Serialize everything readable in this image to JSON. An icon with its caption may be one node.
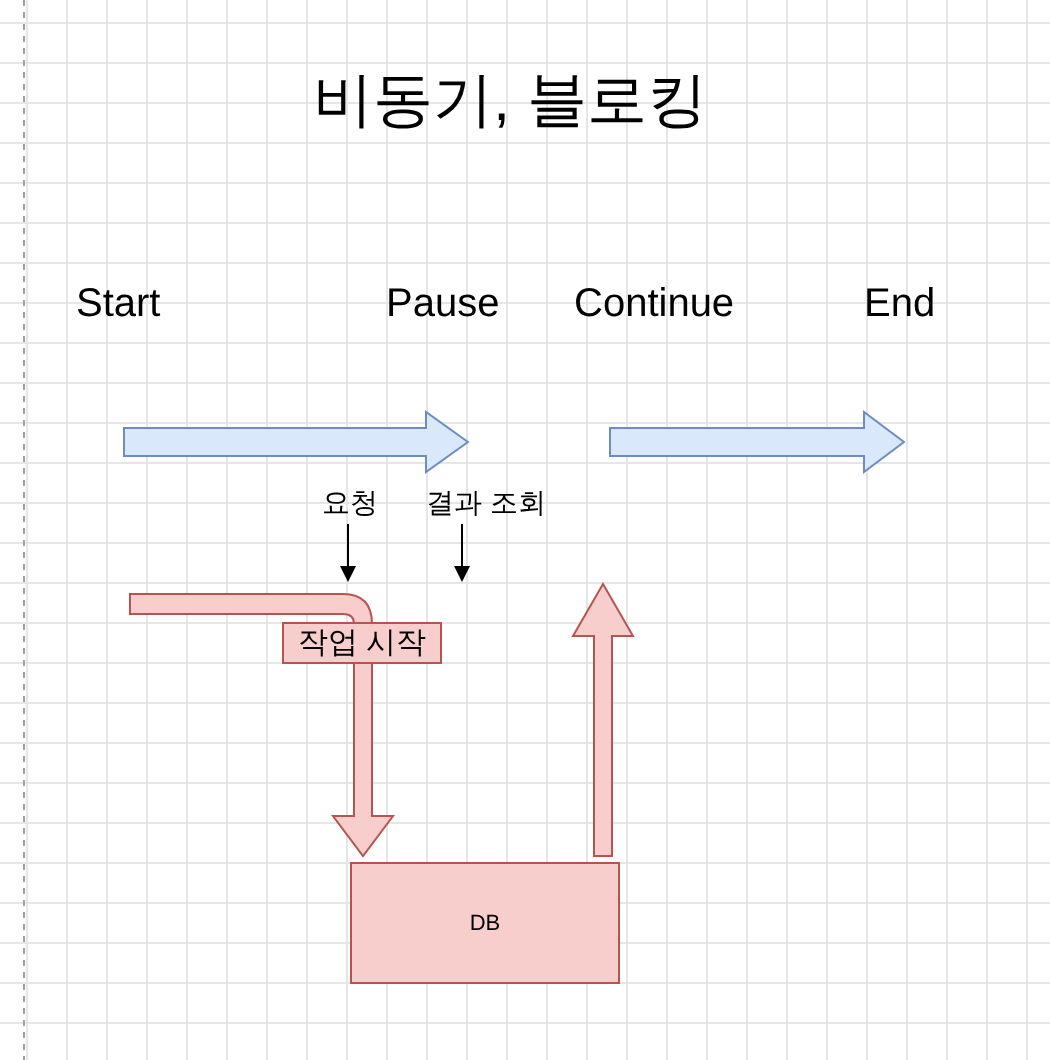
{
  "diagram": {
    "title": "비동기, 블로킹",
    "nodes": [
      {
        "text": [
          "요청"
        ]
      },
      {
        "text": [
          "결과 조회"
        ]
      },
      {
        "text": [
          "작업 시작"
        ]
      },
      {
        "text": [
          "DB"
        ]
      }
    ],
    "edges": [
      {
        "from": 0,
        "to": null,
        "arrow": "to"
      },
      {
        "from": 1,
        "to": null,
        "arrow": "to"
      },
      {
        "from": null,
        "to": 3,
        "arrow": "to",
        "style": "thick",
        "color": "#b85450"
      },
      {
        "from": 3,
        "to": null,
        "arrow": "to",
        "style": "thick",
        "color": "#b85450"
      }
    ],
    "labels": [
      "Start",
      "Pause",
      "Continue",
      "End"
    ]
  }
}
